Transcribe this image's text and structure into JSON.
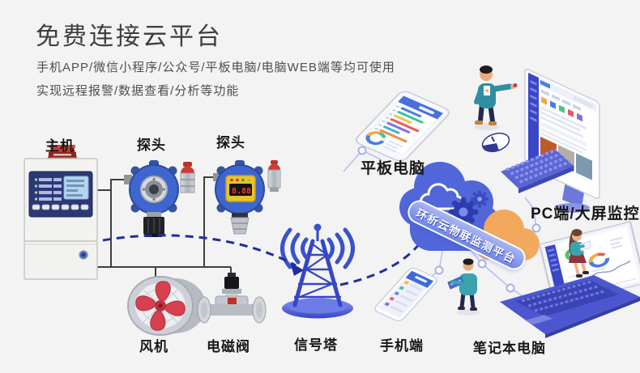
{
  "header": {
    "title": "免费连接云平台",
    "subtitle_line1": "手机APP/微信小程序/公众号/平板电脑/电脑WEB端等均可使用",
    "subtitle_line2": "实现远程报警/数据查看/分析等功能"
  },
  "diagram": {
    "cloud_platform": "环析云物联监测平台",
    "probe_display_value": "8.88",
    "nodes": {
      "host": "主机",
      "probe1": "探头",
      "probe2": "探头",
      "fan": "风机",
      "valve": "电磁阀",
      "tower": "信号塔",
      "phone": "手机端",
      "laptop": "笔记本电脑",
      "tablet": "平板电脑",
      "pc": "PC端/大屏监控"
    }
  },
  "colors": {
    "background": "#f3f3f4",
    "cloud_blue": "#5066d9",
    "cloud_orange": "#f2a95d",
    "arrow_blue": "#1d2f9e",
    "device_blue": "#3f66cf",
    "tower_blue": "#3546c6",
    "connector_blue": "#b7c0ee"
  }
}
